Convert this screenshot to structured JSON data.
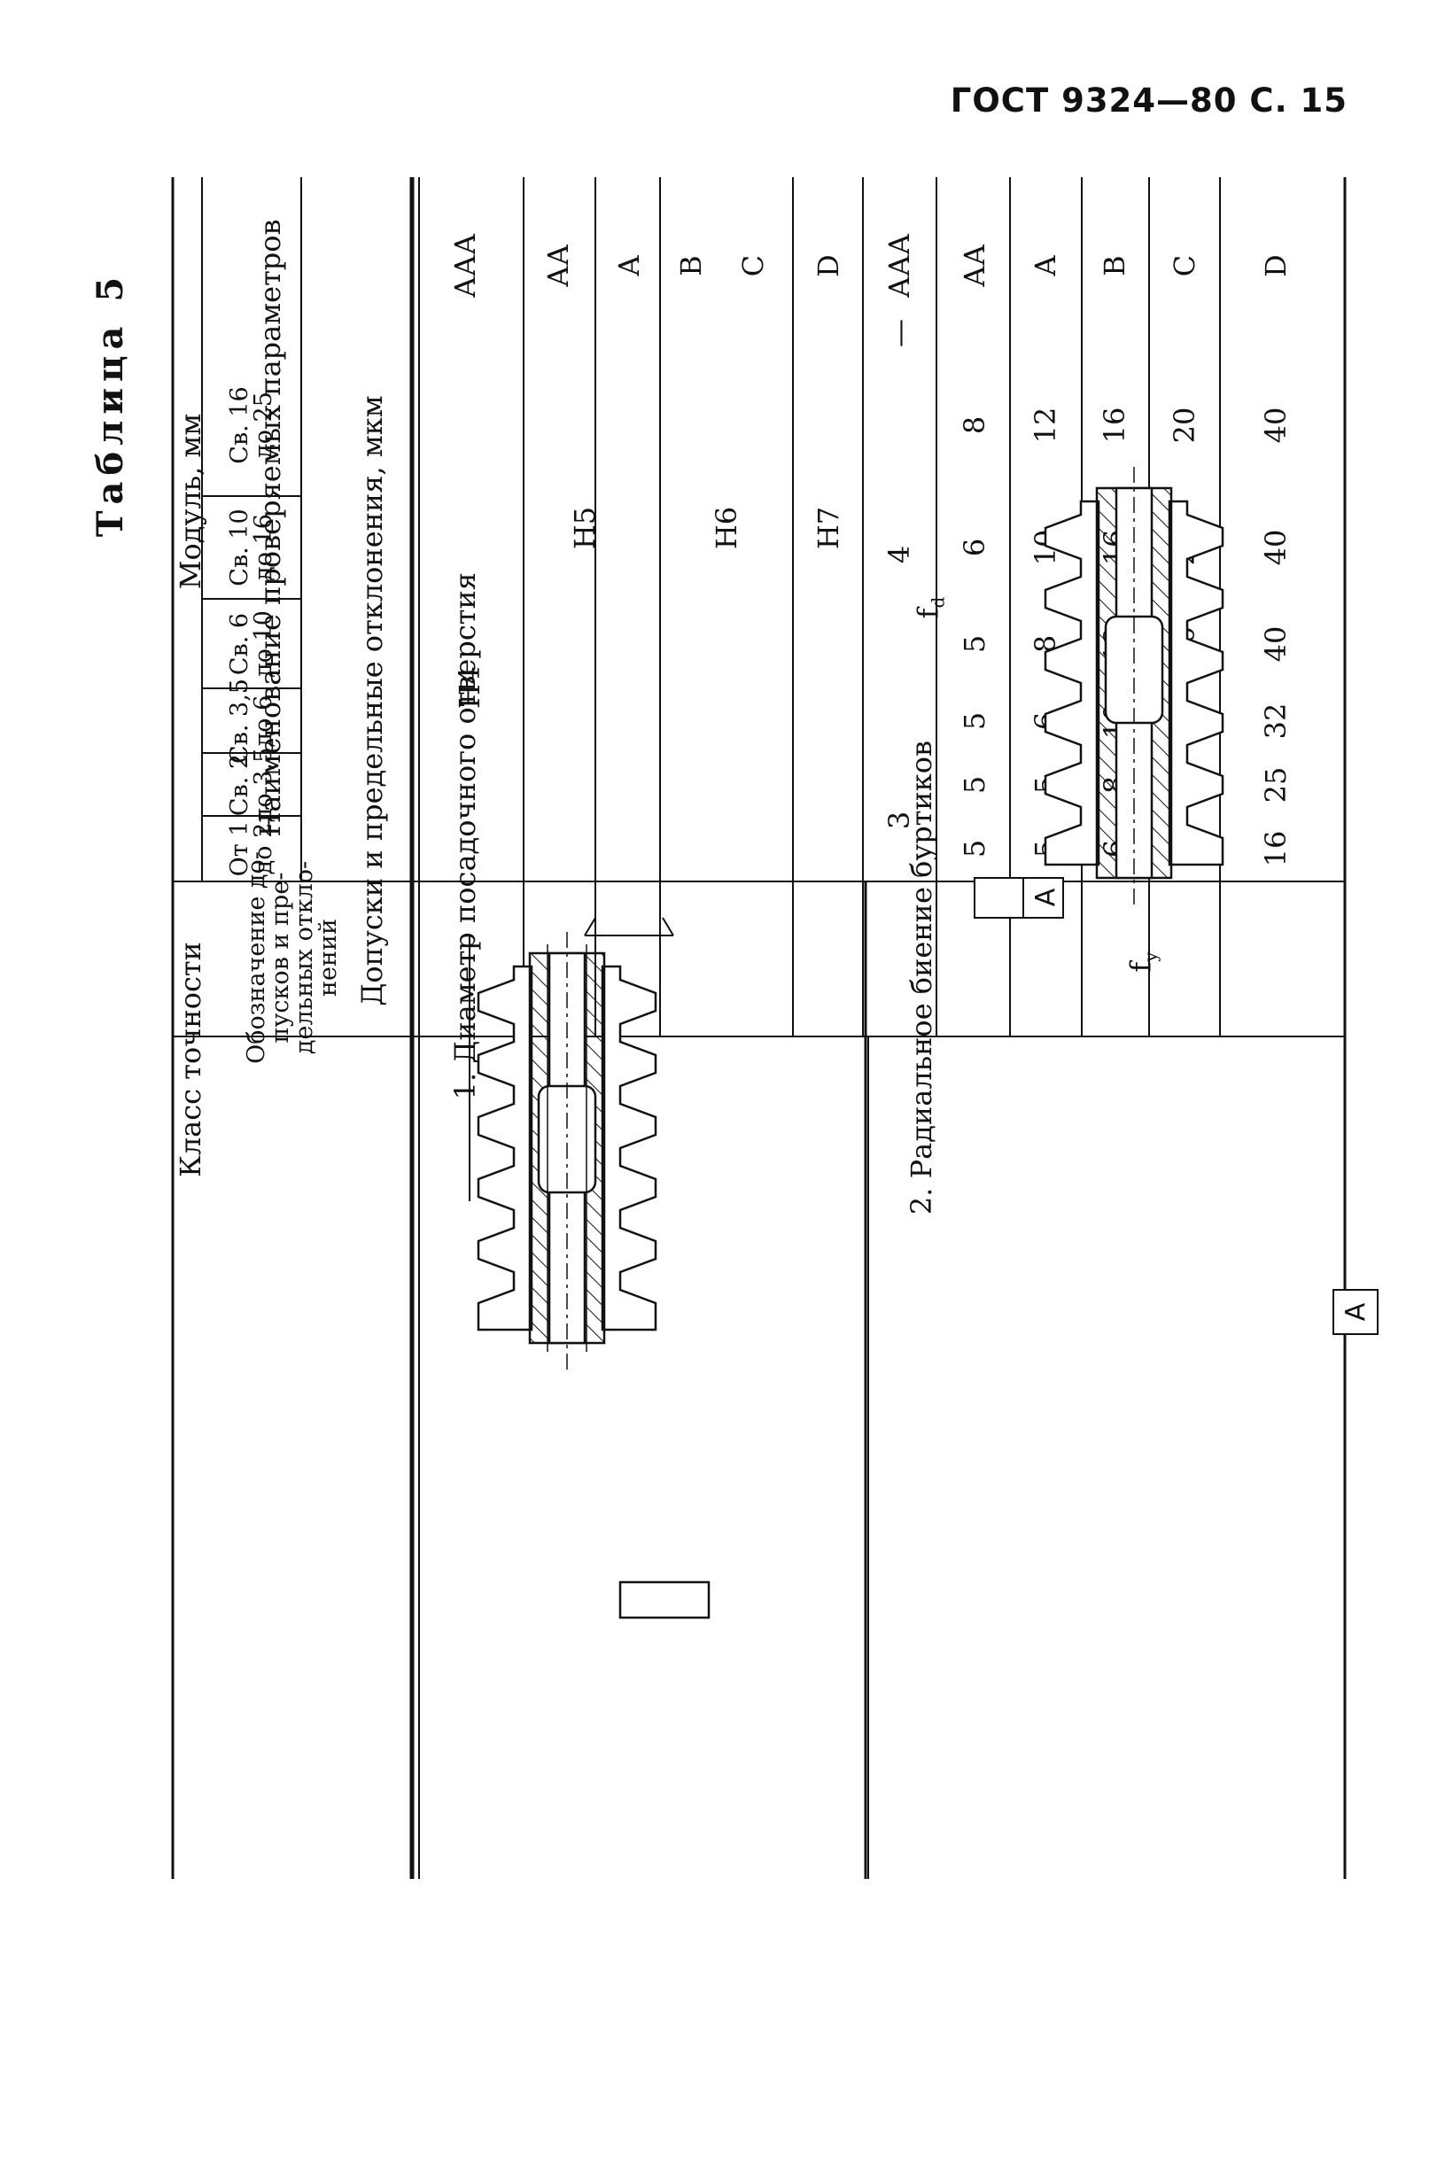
{
  "page_header": "ГОСТ 9324—80 С. 15",
  "table_caption": "Таблица 5",
  "columns": {
    "parameter": "Наименование проверяемых параметров",
    "designation": "Обозначение до-\nпусков и пре-\nдельных откло-\nнений",
    "accuracy_class": "Класс точности",
    "module_group": "Модуль, мм",
    "modules": [
      "От 1\nдо 2",
      "Св. 2\nдо 3,5",
      "Св. 3,5\nдо 6",
      "Св. 6\nдо 10",
      "Св. 10\nдо 16",
      "Св. 16\nдо 25"
    ],
    "tolerance_header": "Допуски и предельные отклонения, мкм"
  },
  "rows": [
    {
      "name": "1. Диаметр посадочного отверстия",
      "symbol": "f",
      "symbol_sub": "d",
      "classes": [
        "ААА",
        "АА",
        "А",
        "В",
        "С",
        "D"
      ],
      "merged": [
        "Н4",
        "Н5",
        "Н6",
        "Н7"
      ]
    },
    {
      "name": "2. Радиальное биение буртиков",
      "symbol": "f",
      "symbol_sub": "y",
      "classes": [
        "ААА",
        "АА",
        "А",
        "В",
        "С",
        "D"
      ],
      "aaa": [
        "3",
        "4",
        "—"
      ],
      "values": [
        [
          "5",
          "5",
          "5",
          "5",
          "6",
          "8"
        ],
        [
          "5",
          "5",
          "6",
          "8",
          "10",
          "12"
        ],
        [
          "6",
          "8",
          "10",
          "12",
          "16",
          "16"
        ],
        [
          "10",
          "12",
          "16",
          "20",
          "20",
          "20"
        ],
        [
          "16",
          "25",
          "32",
          "40",
          "40",
          "40"
        ]
      ]
    }
  ],
  "drawing_labels": {
    "datum": "А"
  }
}
